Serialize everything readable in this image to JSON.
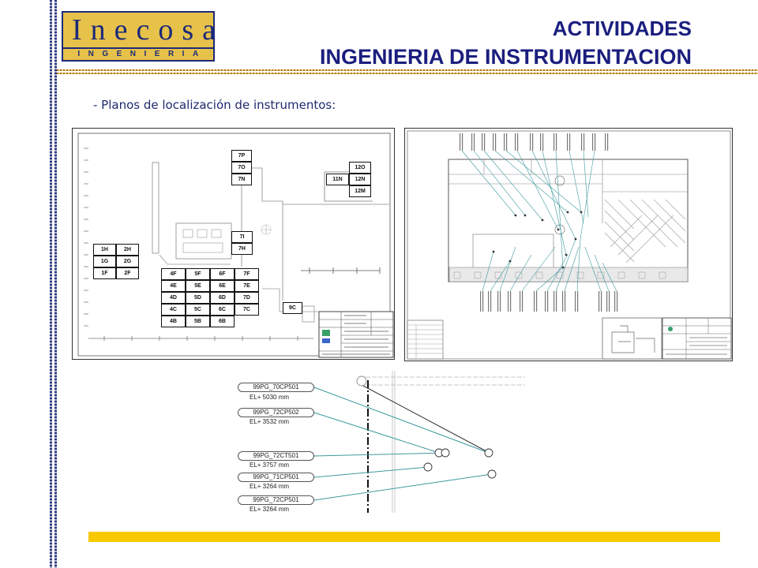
{
  "logo": {
    "brand": "Inecosa",
    "division": "INGENIERIA"
  },
  "header": {
    "title_line1": "ACTIVIDADES",
    "title_line2": "INGENIERIA DE INSTRUMENTACION"
  },
  "subtitle": "- Planos de localización de instrumentos:",
  "plan_left": {
    "tower_cells": [
      "7P",
      "7O",
      "7N"
    ],
    "right_cells": [
      "11N",
      "12O",
      "12N",
      "12M"
    ],
    "mid_cells": [
      "7I",
      "7H"
    ],
    "left_cells": [
      "1H",
      "2H",
      "1G",
      "2G",
      "1F",
      "2F"
    ],
    "grid_cells": [
      [
        "4F",
        "5F",
        "6F",
        "7F"
      ],
      [
        "4E",
        "5E",
        "6E",
        "7E"
      ],
      [
        "4D",
        "5D",
        "6D",
        "7D"
      ],
      [
        "4C",
        "5C",
        "6C",
        "7C"
      ],
      [
        "4B",
        "5B",
        "6B"
      ]
    ],
    "extra_cell": "9C"
  },
  "detail": {
    "instruments": [
      {
        "tag": "99PG_70CP501",
        "elevation": "EL+ 5030 mm"
      },
      {
        "tag": "99PG_72CP502",
        "elevation": "EL+ 3532 mm"
      },
      {
        "tag": "99PG_72CT501",
        "elevation": "EL+ 3757 mm"
      },
      {
        "tag": "99PG_71CP501",
        "elevation": "EL+ 3264 mm"
      },
      {
        "tag": "99PG_72CP501",
        "elevation": "EL+ 3264 mm"
      }
    ]
  },
  "colors": {
    "title": "#1b1e7e",
    "logo_navy": "#1d2a78",
    "logo_gold": "#e7c24a",
    "bottom_bar": "#f8c900",
    "leader_lines": "#3e9a9f"
  }
}
